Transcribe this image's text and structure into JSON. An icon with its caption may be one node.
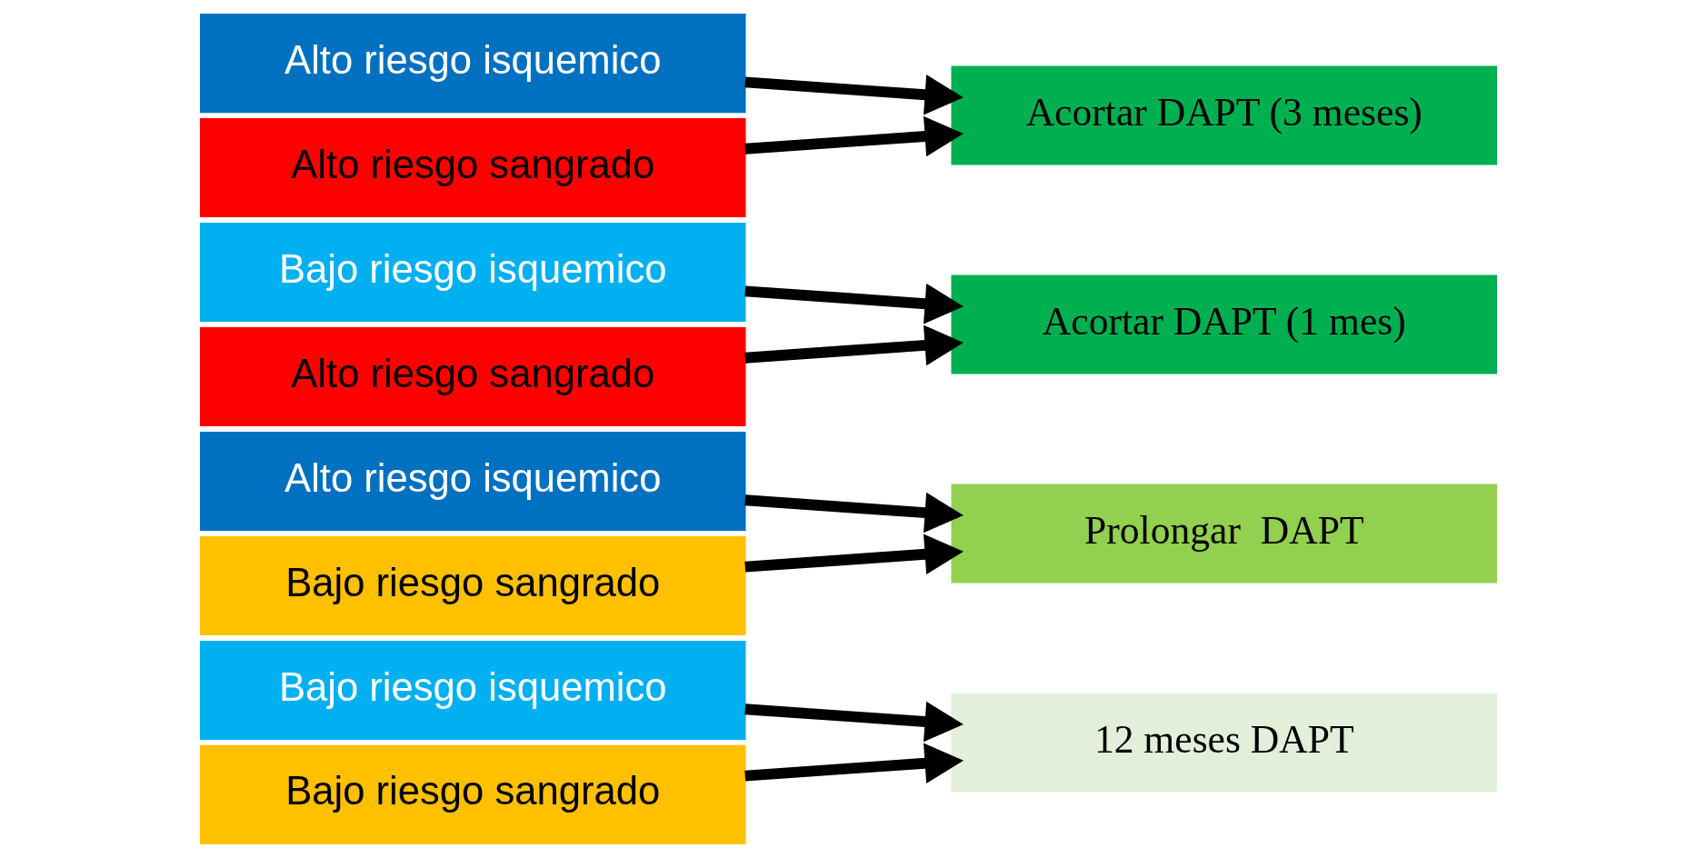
{
  "diagram": {
    "nodes": [
      {
        "text": [
          "Bajo riesgo isquemico"
        ]
      },
      {
        "text": [
          "Bajo riesgo sangrado"
        ]
      },
      {
        "text": [
          "12 meses DAPT"
        ]
      },
      {
        "text": [
          "Alto riesgo isquemico"
        ]
      },
      {
        "text": [
          "Bajo riesgo sangrado"
        ]
      },
      {
        "text": [
          "Prolongar  DAPT"
        ]
      },
      {
        "text": [
          "Bajo riesgo isquemico"
        ]
      },
      {
        "text": [
          "Alto riesgo sangrado"
        ]
      },
      {
        "text": [
          "Acortar DAPT (1 mes)"
        ]
      },
      {
        "text": [
          "Alto riesgo isquemico"
        ]
      },
      {
        "text": [
          "Alto riesgo sangrado"
        ]
      },
      {
        "text": [
          "Acortar DAPT (3 meses)"
        ]
      }
    ],
    "edges": [
      {
        "from": 0,
        "to": 2,
        "arrow": "to"
      },
      {
        "from": 1,
        "to": 2,
        "arrow": "to"
      },
      {
        "from": 3,
        "to": 5,
        "arrow": "to"
      },
      {
        "from": 4,
        "to": 5,
        "arrow": "to"
      },
      {
        "from": 6,
        "to": 8,
        "arrow": "to"
      },
      {
        "from": 7,
        "to": 8,
        "arrow": "to"
      },
      {
        "from": 9,
        "to": 11,
        "arrow": "to"
      },
      {
        "from": 10,
        "to": 11,
        "arrow": "to"
      }
    ]
  }
}
